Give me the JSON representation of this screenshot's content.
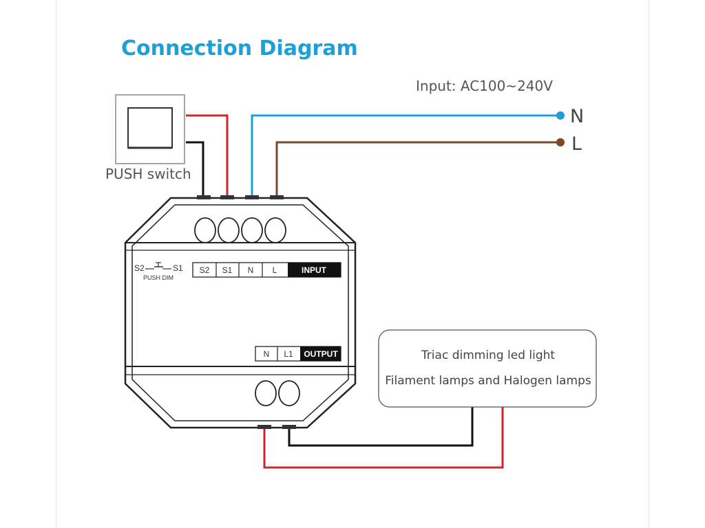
{
  "title": "Connection Diagram",
  "input_label": "Input: AC100~240V",
  "line_n": "N",
  "line_l": "L",
  "switch_label": "PUSH switch",
  "device": {
    "push_s2": "S2",
    "push_s1": "S1",
    "push_dim": "PUSH DIM",
    "input_terminals": [
      "S2",
      "S1",
      "N",
      "L"
    ],
    "input_label": "INPUT",
    "output_terminals": [
      "N",
      "L1"
    ],
    "output_label": "OUTPUT"
  },
  "load": {
    "line1": "Triac dimming led light",
    "line2": "Filament lamps and Halogen lamps"
  },
  "colors": {
    "title": "#1ea0d6",
    "neutral_wire": "#1ea0d6",
    "live_wire": "#7a4a2a",
    "red_wire": "#d0242c",
    "black_wire": "#111111"
  }
}
